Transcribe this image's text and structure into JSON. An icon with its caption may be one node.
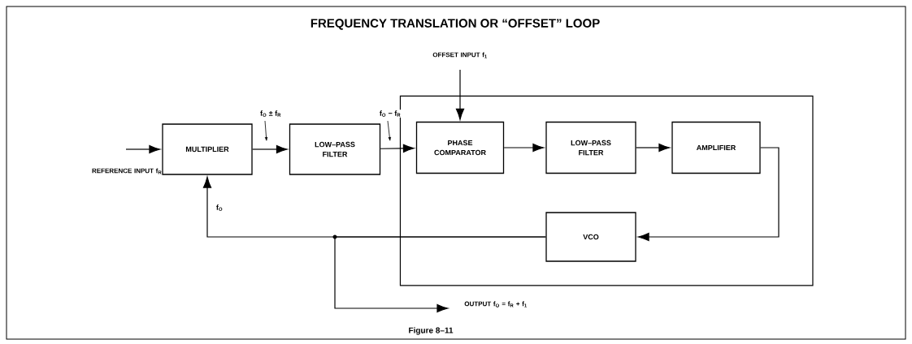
{
  "diagram": {
    "title": "FREQUENCY TRANSLATION OR “OFFSET” LOOP",
    "caption": "Figure 8–11",
    "nodes": [
      {
        "text": [],
        "shape": "box"
      },
      {
        "text": [
          "MULTIPLIER"
        ]
      },
      {
        "text": [
          "LOW–PASS FILTER"
        ]
      },
      {
        "text": [
          "PHASE COMPARATOR"
        ],
        "in": 0
      },
      {
        "text": [
          "LOW–PASS FILTER"
        ],
        "in": 0
      },
      {
        "text": [
          "AMPLIFIER"
        ],
        "in": 0
      },
      {
        "text": [
          "VCO"
        ],
        "in": 0
      },
      {
        "text": [
          "OUTPUT f$_{O}$ = f$_{R}$ + f$_{1}$"
        ]
      },
      {
        "text": [
          "OFFSET INPUT f$_{1}$"
        ]
      }
    ],
    "edges": [
      {
        "from": null,
        "to": 1,
        "arrow": "to"
      },
      {
        "from": 1,
        "to": 2,
        "arrow": "to",
        "label": "f$_{O}$ ± f$_{R}$"
      },
      {
        "from": 2,
        "to": 3,
        "arrow": "to",
        "label": "f$_{O}$ − f$_{R}$"
      },
      {
        "from": 8,
        "to": 3,
        "arrow": "to"
      },
      {
        "from": 3,
        "to": 4,
        "arrow": "to"
      },
      {
        "from": 4,
        "to": 5,
        "arrow": "to"
      },
      {
        "from": 5,
        "to": 6,
        "arrow": "to"
      },
      {
        "from": 6,
        "to": 1,
        "arrow": "to",
        "label": "f$_{O}$"
      },
      {
        "from": 6,
        "to": 7,
        "arrow": "to"
      }
    ],
    "labels": [
      "REFERENCE INPUT f$_{R}$"
    ]
  }
}
